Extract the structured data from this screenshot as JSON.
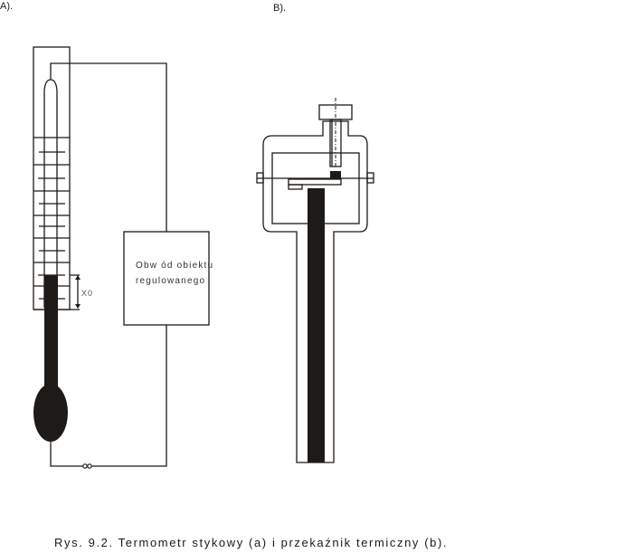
{
  "figure": {
    "panel_a_label": "A).",
    "panel_b_label": "B).",
    "controlled_circuit_box": {
      "line1": "Obw ód obiektu",
      "line2": "regulowanego"
    },
    "dimension_label": "X0",
    "caption": "Rys. 9.2. Termometr stykowy (a)   i   przekaźnik termiczny (b)."
  },
  "colors": {
    "ink": "#1e1a17",
    "background": "#ffffff"
  }
}
